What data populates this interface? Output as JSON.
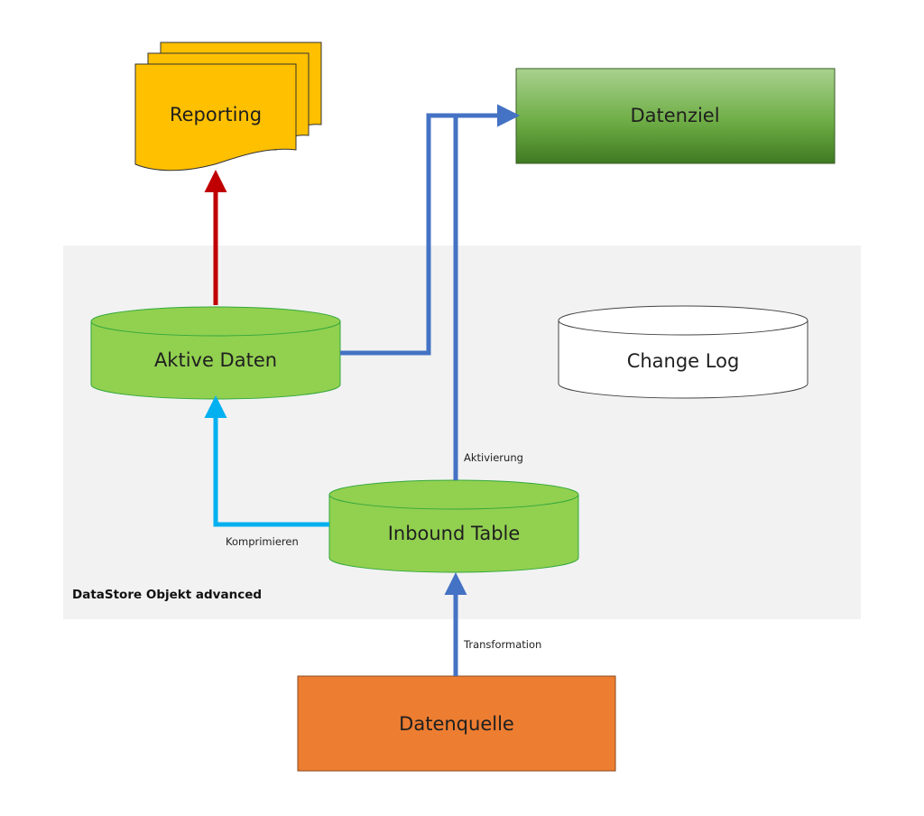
{
  "diagram": {
    "container_label": "DataStore Objekt advanced",
    "nodes": {
      "reporting": "Reporting",
      "datenziel": "Datenziel",
      "aktive_daten": "Aktive Daten",
      "change_log": "Change Log",
      "inbound_table": "Inbound Table",
      "datenquelle": "Datenquelle"
    },
    "edge_labels": {
      "aktivierung": "Aktivierung",
      "komprimieren": "Komprimieren",
      "transformation": "Transformation"
    },
    "edges": [
      {
        "from": "datenquelle",
        "to": "inbound_table",
        "label": "Transformation",
        "color": "#4472c4"
      },
      {
        "from": "inbound_table",
        "to": "aktive_daten",
        "label": "Komprimieren",
        "color": "#00b0f0"
      },
      {
        "from": "inbound_table",
        "to": "datenziel",
        "label": "Aktivierung",
        "color": "#4472c4"
      },
      {
        "from": "aktive_daten",
        "to": "datenziel",
        "label": "",
        "color": "#4472c4"
      },
      {
        "from": "aktive_daten",
        "to": "reporting",
        "label": "",
        "color": "#c00000"
      }
    ]
  },
  "colors": {
    "container_bg": "#f2f2f2",
    "reporting_fill": "#ffc000",
    "datenziel_fill": "#548235",
    "cylinder_fill": "#92d050",
    "datenquelle_fill": "#ed7d31",
    "change_log_fill": "#ffffff",
    "arrow_blue": "#4472c4",
    "arrow_cyan": "#00b0f0",
    "arrow_red": "#c00000"
  }
}
